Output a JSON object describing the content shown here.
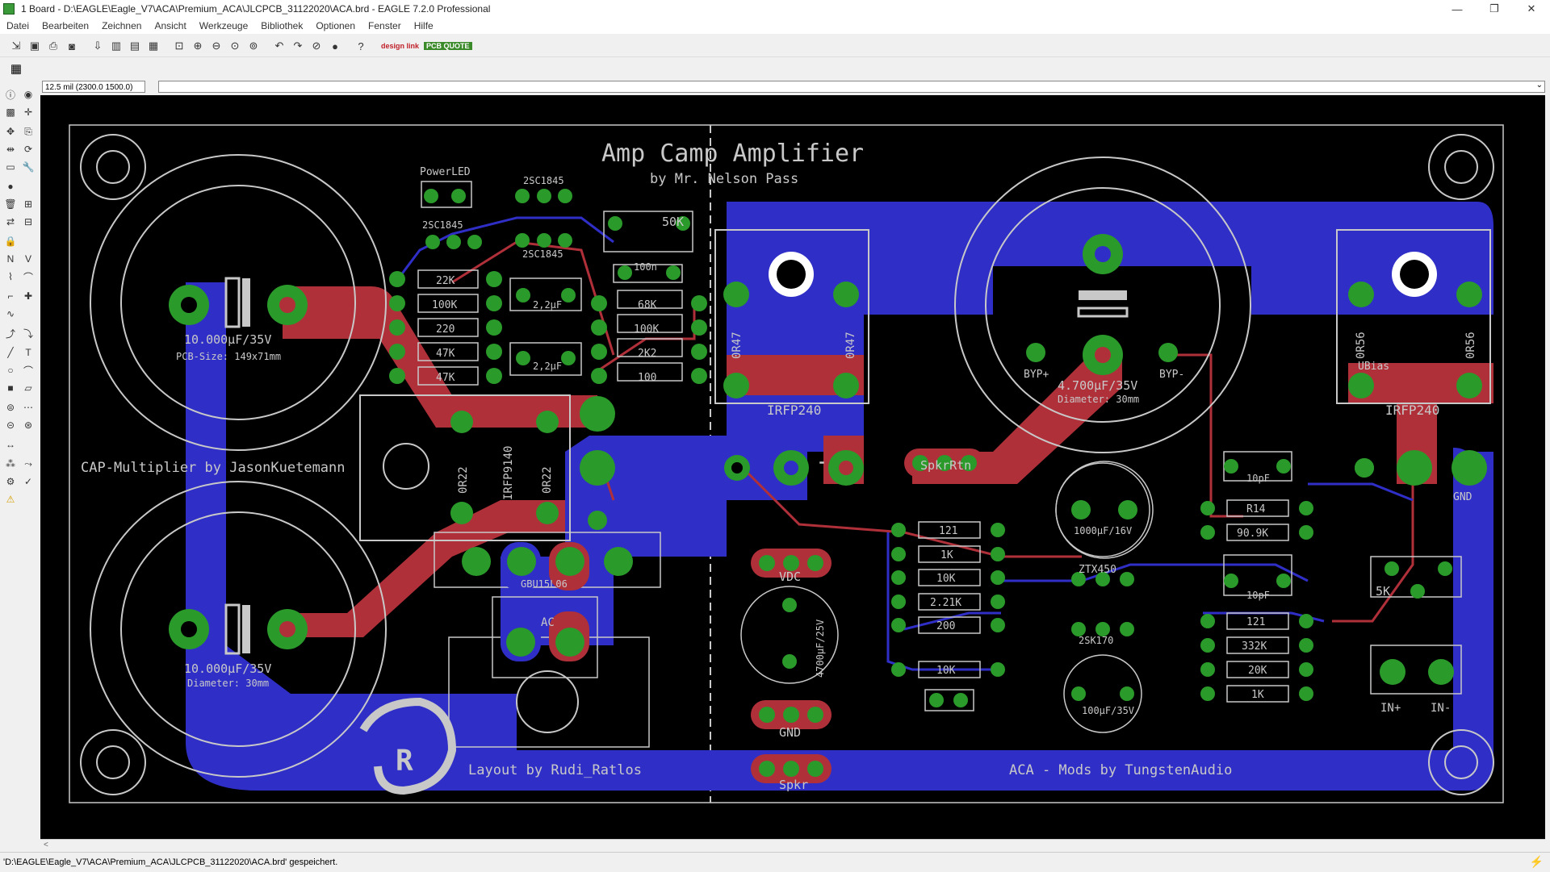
{
  "window": {
    "title": "1 Board - D:\\EAGLE\\Eagle_V7\\ACA\\Premium_ACA\\JLCPCB_31122020\\ACA.brd - EAGLE 7.2.0 Professional",
    "minimize": "—",
    "maximize": "❐",
    "close": "✕"
  },
  "menu": [
    "Datei",
    "Bearbeiten",
    "Zeichnen",
    "Ansicht",
    "Werkzeuge",
    "Bibliothek",
    "Optionen",
    "Fenster",
    "Hilfe"
  ],
  "toolbar": {
    "brand_designlink": "design link",
    "brand_pcbquote": "PCB QUOTE"
  },
  "coords": {
    "value": "12.5 mil (2300.0 1500.0)"
  },
  "board": {
    "title": "Amp Camp Amplifier",
    "subtitle": "by Mr. Nelson Pass",
    "credit_layout": "Layout by  Rudi_Ratlos",
    "credit_mods": "ACA - Mods by TungstenAudio",
    "credit_capmult": "CAP-Multiplier by JasonKuetemann",
    "pcb_size": "PCB-Size: 149x71mm",
    "cap_upper": "10.000µF/35V",
    "cap_lower": "10.000µF/35V",
    "cap_lower_dia": "Diameter: 30mm",
    "cap_main": "4.700µF/35V",
    "cap_main_dia": "Diameter: 30mm",
    "byp_plus": "BYP+",
    "byp_minus": "BYP-",
    "irfp_left": "IRFP240",
    "irfp_right": "IRFP240",
    "irfp9140": "IRFP9140",
    "r047_a": "0R47",
    "r047_b": "0R47",
    "r056_a": "0R56",
    "r056_b": "0R56",
    "r022_a": "0R22",
    "r022_b": "0R22",
    "powerled": "PowerLED",
    "q1": "2SC1845",
    "q2": "2SC1845",
    "q3": "2SC1845",
    "pot50k": "50K",
    "pot5k": "5K",
    "r22k": "22K",
    "r100k_a": "100K",
    "r220": "220",
    "r47k_a": "47K",
    "r47k_b": "47K",
    "c2u2_a": "2,2µF",
    "c2u2_b": "2,2µF",
    "c100n": "100n",
    "r68k": "68K",
    "r100k_b": "100K",
    "r2k2": "2K2",
    "r100": "100",
    "ubias": "UBias",
    "spkrrtn": "SpkrRtn",
    "gnd_right": "GND",
    "gnd_mid": "GND",
    "vdc": "VDC",
    "spkr": "Spkr",
    "rect": "GBU15L06",
    "ac": "AC",
    "cap4700_small": "4700µF/25V",
    "r121_a": "121",
    "r1k_a": "1K",
    "r10k_a": "10K",
    "r221k": "2.21K",
    "r200": "200",
    "r10k_b": "10K",
    "c1000": "1000µF/16V",
    "ztx": "ZTX450",
    "jfet": "2SK170",
    "c100u": "100µF/35V",
    "c10p_a": "10pF",
    "c10p_b": "10pF",
    "r14": "R14",
    "r909k": "90.9K",
    "r121_b": "121",
    "r332k": "332K",
    "r20k": "20K",
    "r1k_b": "1K",
    "in_plus": "IN+",
    "in_minus": "IN-"
  },
  "status": {
    "message": "'D:\\EAGLE\\Eagle_V7\\ACA\\Premium_ACA\\JLCPCB_31122020\\ACA.brd' gespeichert.",
    "indicator": "⚡"
  },
  "colors": {
    "board_bg": "#000000",
    "top_copper": "#b0303a",
    "bottom_copper": "#2f2fc8",
    "pad": "#2a9a2a",
    "silk": "#c8c8c8"
  }
}
